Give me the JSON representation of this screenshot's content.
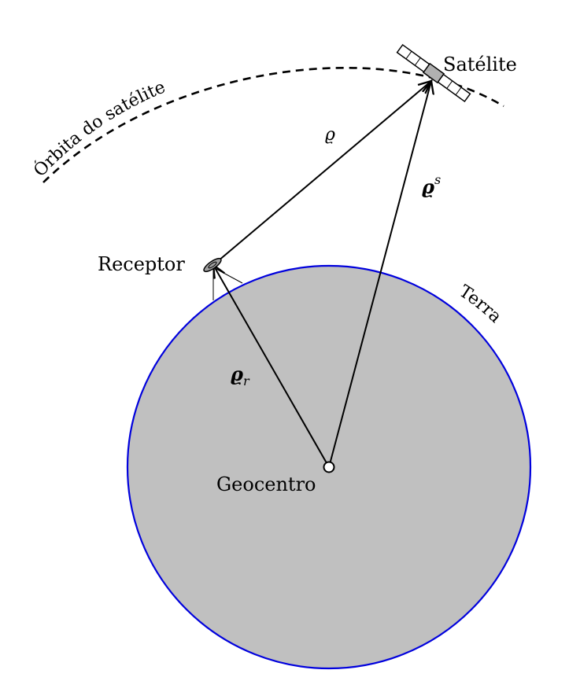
{
  "labels": {
    "orbit": "Órbita do satélite",
    "satellite": "Satélite",
    "receiver": "Receptor",
    "earth": "Terra",
    "geocenter": "Geocentro"
  },
  "vectors": {
    "range": "ϱ",
    "satellite_pos": "ϱ",
    "satellite_sup": "s",
    "receiver_pos": "ϱ",
    "receiver_sub": "r"
  },
  "colors": {
    "earth_fill": "#c0c0c0",
    "earth_stroke": "#0000dd",
    "line": "#000000",
    "satellite_body": "#b0b0b0"
  }
}
